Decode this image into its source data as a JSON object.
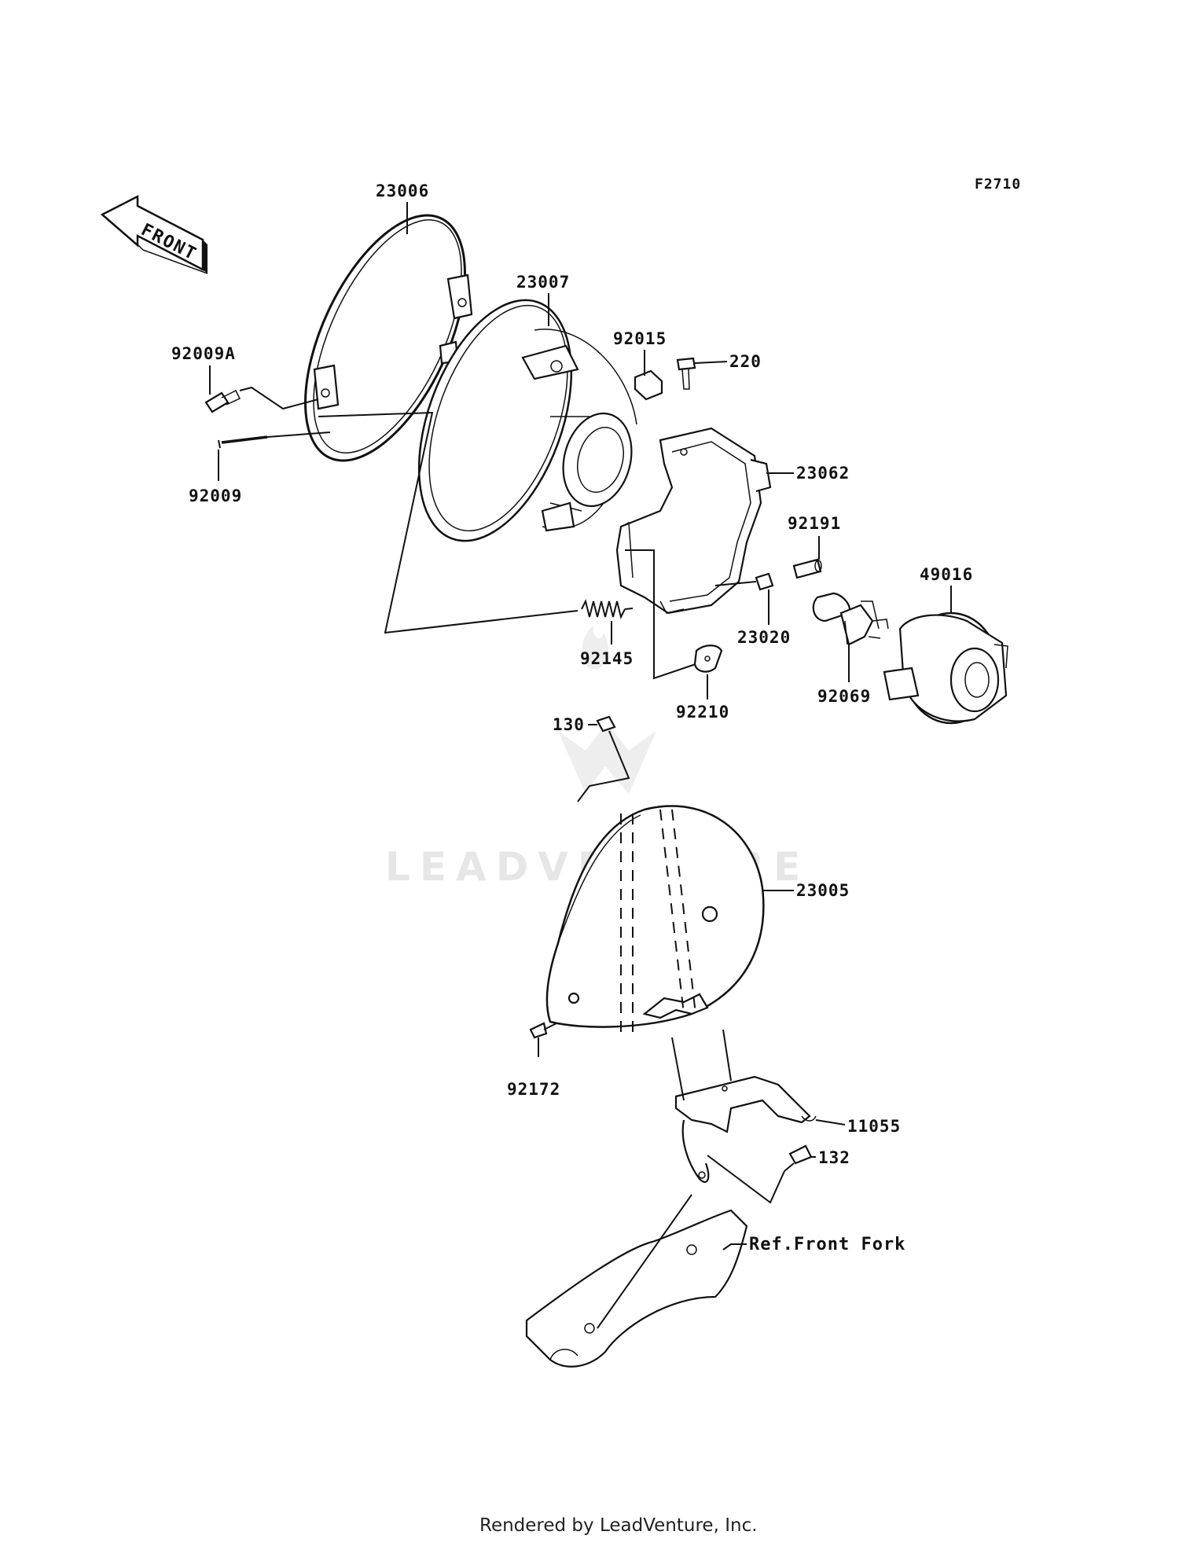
{
  "diagram_code": "F2710",
  "front_arrow_text": "FRONT",
  "watermark_text": "LEADVENTURE",
  "footer_text": "Rendered by LeadVenture, Inc.",
  "parts": [
    {
      "id": "p23006",
      "label": "23006"
    },
    {
      "id": "p23007",
      "label": "23007"
    },
    {
      "id": "p92015",
      "label": "92015"
    },
    {
      "id": "p220",
      "label": "220"
    },
    {
      "id": "p92009A",
      "label": "92009A"
    },
    {
      "id": "p92009",
      "label": "92009"
    },
    {
      "id": "p23062",
      "label": "23062"
    },
    {
      "id": "p92191",
      "label": "92191"
    },
    {
      "id": "p49016",
      "label": "49016"
    },
    {
      "id": "p23020",
      "label": "23020"
    },
    {
      "id": "p92145",
      "label": "92145"
    },
    {
      "id": "p92069",
      "label": "92069"
    },
    {
      "id": "p92210",
      "label": "92210"
    },
    {
      "id": "p130",
      "label": "130"
    },
    {
      "id": "p23005",
      "label": "23005"
    },
    {
      "id": "p92172",
      "label": "92172"
    },
    {
      "id": "p11055",
      "label": "11055"
    },
    {
      "id": "p132",
      "label": "132"
    },
    {
      "id": "pRef",
      "label": "Ref.Front Fork"
    }
  ]
}
